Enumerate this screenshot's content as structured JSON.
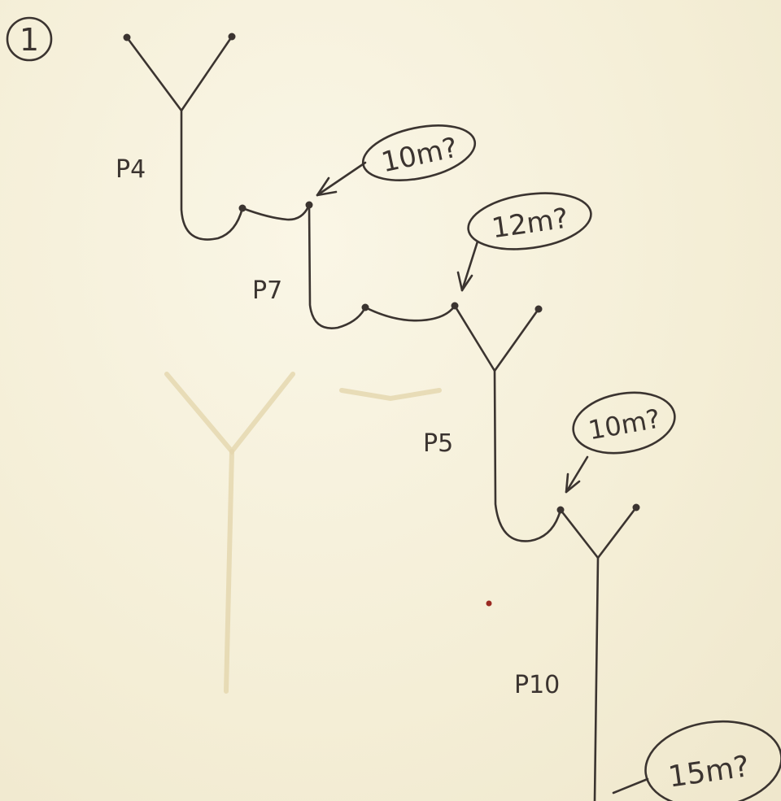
{
  "sheet": {
    "number": "1"
  },
  "pipes": {
    "p4": "P4",
    "p7": "P7",
    "p5": "P5",
    "p10": "P10"
  },
  "callouts": {
    "c1": "10m?",
    "c2": "12m?",
    "c3": "10m?",
    "c4": "15m?"
  },
  "colors": {
    "ink": "#3b3430",
    "paper": "#f6f1dc",
    "ghost": "#e4d6ac",
    "red_dot": "#9a2a22"
  }
}
